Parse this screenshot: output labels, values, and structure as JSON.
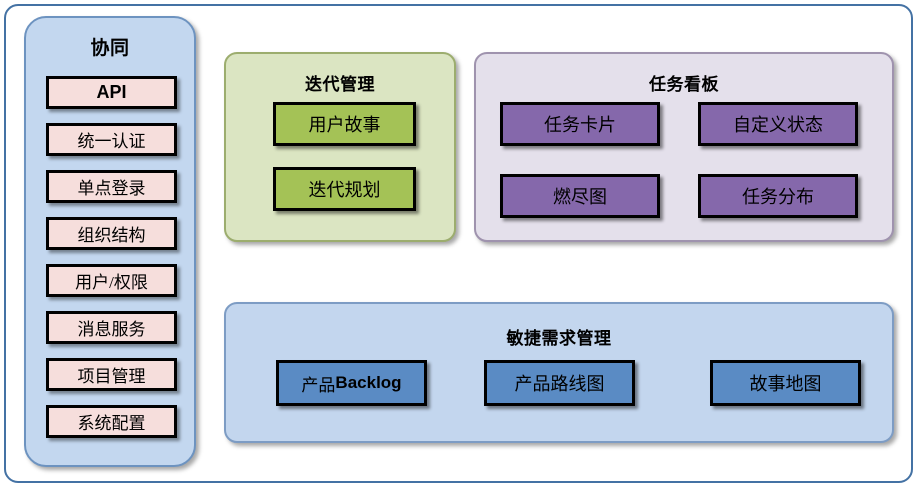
{
  "diagram": {
    "sidebar": {
      "title": "协同",
      "bg_color": "#c3d7ef",
      "item_color": "#f6dedc",
      "items": [
        {
          "label": "API"
        },
        {
          "label": "统一认证"
        },
        {
          "label": "单点登录"
        },
        {
          "label": "组织结构"
        },
        {
          "label": "用户/权限"
        },
        {
          "label": "消息服务"
        },
        {
          "label": "项目管理"
        },
        {
          "label": "系统配置"
        }
      ]
    },
    "iteration": {
      "title": "迭代管理",
      "bg_color": "#dbe5c2",
      "box_color": "#a4c256",
      "items": [
        {
          "label": "用户故事"
        },
        {
          "label": "迭代规划"
        }
      ]
    },
    "taskboard": {
      "title": "任务看板",
      "bg_color": "#e4e0eb",
      "box_color": "#8568ab",
      "items": [
        {
          "label": "任务卡片"
        },
        {
          "label": "自定义状态"
        },
        {
          "label": "燃尽图"
        },
        {
          "label": "任务分布"
        }
      ]
    },
    "agile": {
      "title": "敏捷需求管理",
      "bg_color": "#c3d6ee",
      "box_color": "#5a8bc4",
      "items": [
        {
          "label_prefix": "产品",
          "label_bold": "Backlog",
          "label": "产品Backlog"
        },
        {
          "label": "产品路线图"
        },
        {
          "label": "故事地图"
        }
      ]
    },
    "frame": {
      "border_color": "#4472a4",
      "bg_color": "#ffffff"
    }
  }
}
